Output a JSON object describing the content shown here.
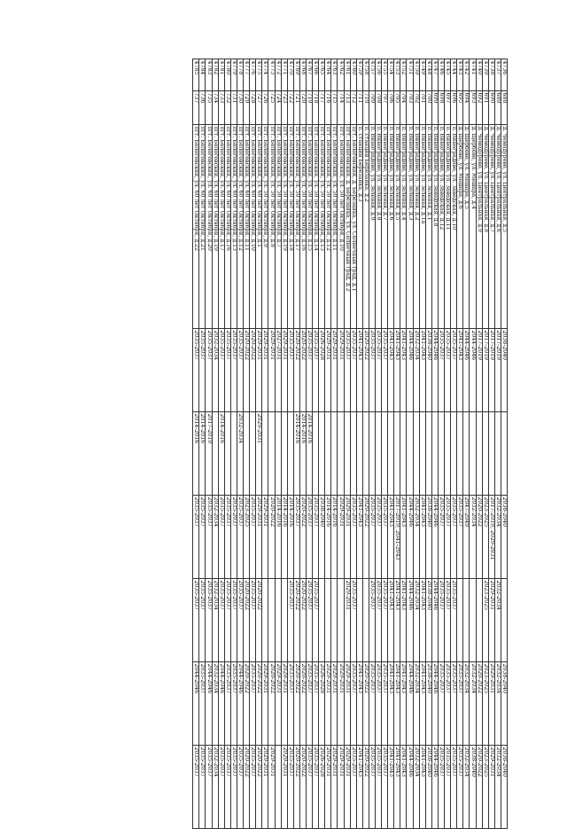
{
  "table": {
    "rows": [
      [
        "4736",
        "688",
        "д. Чемодурово, ул. Центральная, д.5",
        "2038-2040",
        "",
        "2038-2040",
        "",
        "2038-2040",
        "2038-2040"
      ],
      [
        "4737",
        "689",
        "д. Чемодурово, ул. Центральная, д.6",
        "2017-2019",
        "",
        "2032-2034",
        "2032-2034",
        "2032-2034",
        "2032-2034"
      ],
      [
        "4738",
        "690",
        "д. Чемодурово, ул. Центральная, д.7",
        "2017-2019",
        "",
        "2017-2019, 2029-2031",
        "2029-2031",
        "2029-2031",
        "2029-2031"
      ],
      [
        "4739",
        "691",
        "д. Чемодурово, ул. Центральная, д.8",
        "2017-2019",
        "",
        "2023-2025",
        "2023-2025",
        "2023-2025",
        "2023-2025"
      ],
      [
        "4740",
        "692",
        "д. Чемодурово, ул. Центральная, д.9",
        "2017-2019",
        "",
        "2020-2022",
        "",
        "2020-2022",
        "2020-2022"
      ],
      [
        "4741",
        "693",
        "д. Щербово, ул. Мешара, д.4",
        "2044-2046",
        "",
        "2032-2034",
        "",
        "2032-2034",
        "2038-2040"
      ],
      [
        "4742",
        "694",
        "д. Щербово, ул. Мешара, д.5",
        "2044-2046",
        "",
        "2047-2049",
        "",
        "2032-2034",
        "2032-2034"
      ],
      [
        "4743",
        "695",
        "д. Щербово, ул. Мешара, д.6",
        "2041-2043",
        "",
        "2035-2037",
        "",
        "2035-2037",
        "2035-2037"
      ],
      [
        "4744",
        "696",
        "п. Виноградово, ул. Заводская, д.10",
        "2035-2037",
        "",
        "2035-2037",
        "2035-2037",
        "2035-2037",
        "2035-2037"
      ],
      [
        "4745",
        "697",
        "п. Виноградово, ул. Заводская, д.11",
        "2035-2037",
        "",
        "2035-2037",
        "2035-2037",
        "2035-2037",
        "2035-2037"
      ],
      [
        "4746",
        "698",
        "п. Виноградово, ул. Заводская, д.12",
        "2035-2037",
        "",
        "2035-2037",
        "2035-2037",
        "2035-2037",
        "2035-2037"
      ],
      [
        "4747",
        "699",
        "п. Виноградово, ул. Заводская, д.8",
        "2044-2046",
        "",
        "2044-2046",
        "2044-2046",
        "2044-2046",
        "2044-2046"
      ],
      [
        "4748",
        "700",
        "п. Виноградово, ул. Зеленая, д.1",
        "2038-2040",
        "",
        "2038-2040",
        "2038-2040",
        "2038-2040",
        "2038-2040"
      ],
      [
        "4749",
        "701",
        "п. Виноградово, ул. Зеленая, д.1а",
        "2041-2043",
        "",
        "2041-2043",
        "2041-2043",
        "2041-2043",
        "2041-2043"
      ],
      [
        "4750",
        "702",
        "п. Виноградово, ул. Зеленая, д.2",
        "2032-2034",
        "",
        "2032-2034",
        "2032-2034",
        "2032-2034",
        "2032-2034"
      ],
      [
        "4751",
        "703",
        "п. Виноградово, ул. Зеленая, д.3",
        "2044-2046",
        "",
        "2044-2046",
        "2044-2046",
        "2044-2046",
        "2044-2046"
      ],
      [
        "4752",
        "704",
        "п. Виноградово, ул. Зеленая, д.4",
        "2041-2043",
        "",
        "2041-2043",
        "2041-2043",
        "2041-2043",
        "2041-2043"
      ],
      [
        "4753",
        "705",
        "п. Виноградово, ул. Зеленая, д.5",
        "2041-2043",
        "",
        "2017-2019, 2041-2043",
        "2041-2043",
        "2041-2043",
        "2041-2043"
      ],
      [
        "4754",
        "706",
        "п. Виноградово, ул. Зеленая, д.6",
        "2041-2043",
        "",
        "2041-2043",
        "2041-2043",
        "2041-2043",
        "2041-2043"
      ],
      [
        "4755",
        "707",
        "п. Виноградово, ул. Зеленая, д.7",
        "2035-2037",
        "",
        "2035-2037",
        "2035-2037",
        "2035-2037",
        "2035-2037"
      ],
      [
        "4756",
        "708",
        "п. Виноградово, ул. Зеленая, д.8",
        "2035-2037",
        "",
        "2035-2037",
        "2035-2037",
        "2035-2037",
        "2035-2037"
      ],
      [
        "4757",
        "709",
        "п. Виноградово, ул. Зеленая, д.9",
        "2035-2037",
        "",
        "2035-2037",
        "2035-2037",
        "2035-2037",
        "2035-2037"
      ],
      [
        "4758",
        "710",
        "п. станции Березайка, д.2",
        "2020-2022",
        "",
        "2020-2022",
        "",
        "2020-2022",
        "2020-2022"
      ],
      [
        "4759",
        "711",
        "п. станции Березайка, д.3",
        "2041-2043",
        "",
        "2041-2043",
        "",
        "2041-2043",
        "2041-2043"
      ],
      [
        "4760",
        "712",
        "пгт. Бологовский, д. Березайка, ул. Солнечный град, д.1",
        "2035-2037",
        "",
        "2035-2037",
        "2035-2037",
        "2035-2037",
        "2035-2037"
      ],
      [
        "4761",
        "713",
        "пгт. Бологовский, д. Березайка, ул. Солнечный град, д.2",
        "2035-2037",
        "",
        "2029-2031",
        "2029-2031",
        "2029-2031",
        "2029-2031"
      ],
      [
        "4762",
        "714",
        "пгт. Бологовский, ул. 50 лет Октября, д.10",
        "2029-2031",
        "",
        "2029-2031",
        "",
        "2029-2031",
        "2029-2031"
      ],
      [
        "4763",
        "715",
        "пгт. Бологовский, ул. 50 лет Октября, д.11",
        "2029-2031",
        "",
        "2014-2016",
        "",
        "2029-2031",
        "2029-2031"
      ],
      [
        "4764",
        "716",
        "пгт. Бологовский, ул. 50 лет Октября, д.12",
        "2029-2031",
        "",
        "2014-2016",
        "",
        "2029-2031",
        "2029-2031"
      ],
      [
        "4765",
        "717",
        "пгт. Бологовский, ул. 50 лет Октября, д.13",
        "2026-2028",
        "",
        "2038-2040",
        "",
        "2026-2028",
        "2026-2028"
      ],
      [
        "4766",
        "718",
        "пгт. Бологовский, ул. 50 лет Октября, д.14",
        "2035-2037",
        "",
        "2035-2037",
        "2035-2037",
        "2035-2037",
        "2035-2037"
      ],
      [
        "4767",
        "719",
        "пгт. Бологовский, ул. 50 лет Октября, д.15",
        "2035-2037",
        "2014-2016",
        "2035-2037",
        "2035-2037",
        "2035-2037",
        "2035-2037"
      ],
      [
        "4768",
        "720",
        "пгт. Бологовский, ул. 50 лет Октября, д.16",
        "2020-2022",
        "2014-2016",
        "2020-2022",
        "2020-2022",
        "2020-2022",
        "2020-2022"
      ],
      [
        "4769",
        "721",
        "пгт. Бологовский, ул. 50 лет Октября, д.17",
        "2020-2022",
        "2014-2016",
        "2035-2037",
        "2020-2022",
        "2020-2022",
        "2020-2022"
      ],
      [
        "4770",
        "722",
        "пгт. Бологовский, ул. 50 лет Октября, д.18",
        "2035-2037",
        "",
        "2014-2016",
        "2035-2037",
        "2035-2037",
        "2035-2037"
      ],
      [
        "4771",
        "723",
        "пгт. Бологовский, ул. 50 лет Октября, д.19",
        "2029-2031",
        "",
        "2014-2016",
        "",
        "2029-2031",
        "2029-2031"
      ],
      [
        "4772",
        "724",
        "пгт. Бологовский, ул. 50 лет Октября, д.7",
        "2027-2031",
        "",
        "2014-2016",
        "",
        "2029-2031",
        ""
      ],
      [
        "4773",
        "725",
        "пгт. Бологовский, ул. 50 лет Октября, д.8",
        "2029-2031",
        "",
        "2020-2022",
        "",
        "2020-2022",
        "2029-2031"
      ],
      [
        "4774",
        "726",
        "пгт. Бологовский, ул. 50 лет Октября, д.9",
        "2029-2031",
        "",
        "2029-2031",
        "",
        "2029-2031",
        "2029-2031"
      ],
      [
        "4775",
        "727",
        "пгт. Бологовский, ул. 60 лет Октября, д.1",
        "2029-2031",
        "2029-2031",
        "2029-2031",
        "2020-2022",
        "2020-2022",
        "2020-2022"
      ],
      [
        "4776",
        "728",
        "пгт. Бологовский, ул. 60 лет Октября, д.10",
        "2020-2022",
        "",
        "2035-2037",
        "2035-2037",
        "2035-2037",
        "2035-2037"
      ],
      [
        "4777",
        "729",
        "пгт. Бологовский, ул. 60 лет Октября, д.11",
        "2020-2022",
        "",
        "2023-2025",
        "2020-2022",
        "2020-2022",
        "2020-2022"
      ],
      [
        "4778",
        "730",
        "пгт. Бологовский, ул. 60 лет Октября, д.12",
        "2035-2037",
        "2032-2034",
        "2035-2037",
        "2035-2037",
        "2044-2046",
        "2035-2037"
      ],
      [
        "4779",
        "731",
        "пгт. Бологовский, ул. 60 лет Октября, д.13",
        "2035-2037",
        "",
        "2035-2037",
        "2035-2037",
        "2035-2037",
        "2035-2037"
      ],
      [
        "4780",
        "732",
        "пгт. Бологовский, ул. 60 лет Октября, д.16",
        "2035-2037",
        "",
        "2035-2037",
        "2035-2037",
        "2035-2037",
        "2035-2037"
      ],
      [
        "4781",
        "733",
        "пгт. Бологовский, ул. 60 лет Октября, д.17",
        "2035-2037",
        "2014-2016",
        "2035-2037",
        "2035-2037",
        "2044-2046",
        "2035-2037"
      ],
      [
        "4782",
        "734",
        "пгт. Бологовский, ул. 60 лет Октября, д.19",
        "2032-2034",
        "",
        "2032-2034",
        "2032-2034",
        "2032-2034",
        "2032-2034"
      ],
      [
        "4783",
        "735",
        "пгт. Бологовский, ул. 60 лет Октября, д.20",
        "2035-2037",
        "2017-2019",
        "2035-2037",
        "2035-2037",
        "2044-2046",
        "2035-2037"
      ],
      [
        "4784",
        "736",
        "пгт. Бологовский, ул. 60 лет Октября, д.21",
        "2035-2037",
        "2014-2016",
        "2035-2037",
        "2035-2037",
        "2035-2037",
        "2035-2037"
      ],
      [
        "4785",
        "737",
        "пгт. Бологовский, ул. 60 лет Октября, д.22",
        "2035-2037",
        "2014-2016",
        "2035-2037",
        "2035-2037",
        "2044-2046",
        "2035-2037"
      ]
    ]
  }
}
